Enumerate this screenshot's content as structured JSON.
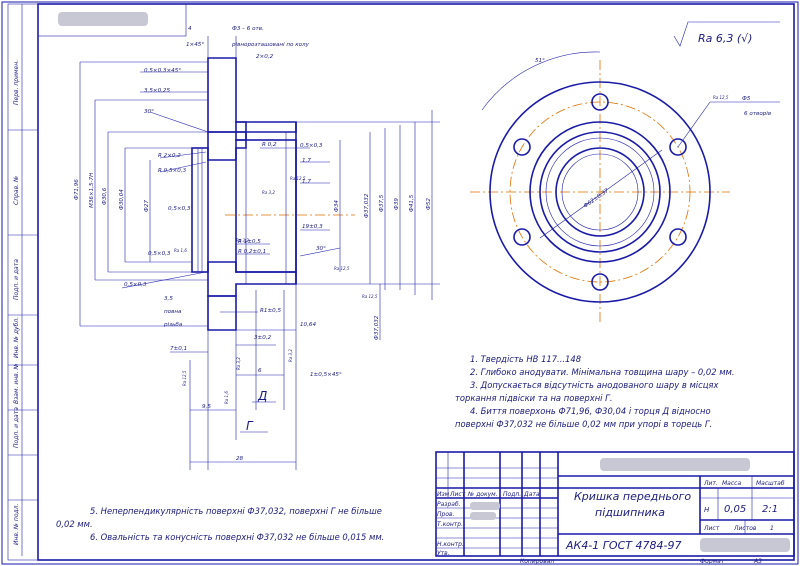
{
  "roughness": "Ra 6,3 (√)",
  "title_block": {
    "name_line1": "Кришка переднього",
    "name_line2": "підшипника",
    "material": "АК4-1 ГОСТ 4784-97",
    "lit_label": "Лит.",
    "mass_label": "Масса",
    "scale_label": "Масштаб",
    "lit_value": "Н",
    "mass_value": "0,05",
    "scale_value": "2:1",
    "sheet_label": "Лист",
    "sheets_label": "Листов",
    "sheets_value": "1",
    "rows": [
      "Изм",
      "Лист",
      "№ докум.",
      "Подп.",
      "Дата"
    ],
    "roles": [
      "Разраб.",
      "Пров.",
      "Т.контр.",
      "Н.контр.",
      "Утв."
    ],
    "copied": "Копировал",
    "format": "Формат",
    "format_value": "А3"
  },
  "notes_right": [
    "1. Твердість НВ 117...148",
    "2. Глибоко анодувати. Мінімальна товщина шару – 0,02 мм.",
    "3. Допускається відсутність анодованого шару в місцях",
    "торкання підвіски та на поверхні Г.",
    "4. Биття поверхонь Ф71,96, Ф30,04 і торця Д відносно",
    "поверхні Ф37,032 не більше 0,02 мм при упорі в торець Г."
  ],
  "notes_left": [
    "5. Неперпендикулярність поверхні Ф37,032, поверхні Г не більше",
    "0,02 мм.",
    "6. Овальність та конусність поверхні Ф37,032 не більше 0,015 мм."
  ],
  "side_labels": [
    "Перв. примен.",
    "Справ. №",
    "Подп. и дата",
    "Инв. № дубл.",
    "Взам. инв. №",
    "Подп. и дата",
    "Инв. № подл."
  ],
  "section_dims": {
    "top_a": "4",
    "chamfer1": "1×45°",
    "holes": "Ф3 – 6 отв.",
    "holes_note": "рівнорозташовані по колу",
    "chamfer2": "2×0,2",
    "c3": "0,5×0,3×45°",
    "c4": "3,5×0,25",
    "angle30": "30°",
    "r1": "R 0,2",
    "r2": "R 2×0,2",
    "r3": "R 0,5×0,3",
    "c5": "0,5×0,3",
    "d1": "Ф71,96",
    "d2": "М36×1,5-7Н",
    "d3": "Ф30,6",
    "d4": "Ф30,04",
    "d5": "Ф27",
    "d6": "Ф34",
    "d7": "Ф37,032",
    "d8": "Ф37,5",
    "d9": "Ф39",
    "d10": "Ф41,5",
    "d11": "Ф52",
    "d12": "Ф37,032",
    "c6": "0,5×0,3",
    "l1": "1,7",
    "l2": "1,7",
    "l3": "19±0,3",
    "r4": "R 1±0,5",
    "r5": "R 0,2±0,1",
    "angle30b": "30°",
    "c7": "0,5×0,3",
    "c8": "0,5×0,3",
    "thread_run": "3,5",
    "thread_run2": "повна",
    "thread_run3": "різьба",
    "r6": "R1±0,5",
    "l4": "10,64",
    "l5": "3±0,2",
    "l6": "7±0,1",
    "l7": "6",
    "c9": "1±0,5×45°",
    "l8": "9,5",
    "surf_d": "Д",
    "surf_g": "Г",
    "l9": "28",
    "ra1": "Ra 12,5",
    "ra2": "Ra 3,2",
    "ra3": "Ra 3,2",
    "ra4": "Ra 1,6",
    "ra5": "Ra 12,5",
    "ra6": "Ra 1,6",
    "ra7": "Ra 3,2",
    "ra8": "Ra 12,5",
    "ra9": "Ra 3,2",
    "ra10": "Ra 12,5"
  },
  "plan_dims": {
    "angle": "51°",
    "hole": "Ф5",
    "holes": "6 отворів",
    "ra": "Ra 12,5",
    "pcd": "Ф62±0,37"
  },
  "colors": {
    "ink": "#2020b0",
    "axis": "#e07000",
    "text": "#1a1a80"
  }
}
